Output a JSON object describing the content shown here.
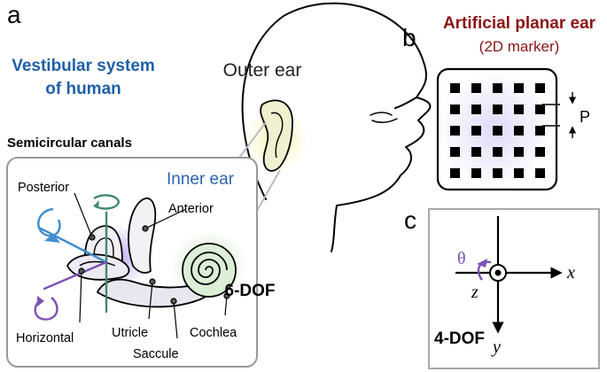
{
  "panel_letters": {
    "a": "a",
    "b": "b",
    "c": "c"
  },
  "vestibular": {
    "line1": "Vestibular system",
    "line2": "of human"
  },
  "outer_ear": "Outer ear",
  "semicircular_canals": "Semicircular canals",
  "inner_ear": "Inner ear",
  "labels": {
    "posterior": "Posterior",
    "anterior": "Anterior",
    "horizontal": "Horizontal",
    "utricle": "Utricle",
    "saccule": "Saccule",
    "cochlea": "Cochlea"
  },
  "dof_6": "6-DOF",
  "artificial": {
    "title": "Artificial planar ear",
    "subtitle": "(2D marker)"
  },
  "marker": {
    "rows": 5,
    "cols": 5,
    "pitch_label": "P"
  },
  "axes": {
    "x": "x",
    "y": "y",
    "z": "z",
    "theta": "θ"
  },
  "dof_4": "4-DOF",
  "colors": {
    "vestibular": "#1f5fa8",
    "inner_ear": "#2b64b0",
    "artificial": "#8b1414",
    "theta": "#7b52b8",
    "canal_blue": "#3f8ed0",
    "canal_green": "#3e8a6a",
    "canal_purple": "#7b52b8"
  }
}
